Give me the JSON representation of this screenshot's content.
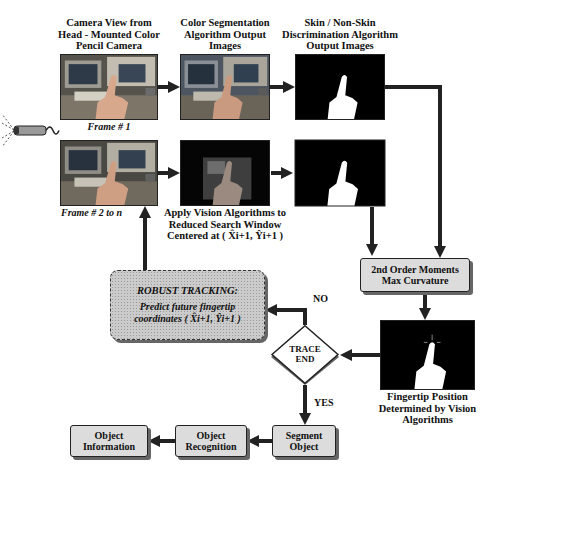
{
  "diagram": {
    "nodes": [
      {
        "text": [
          "Camera View from Head - Mounted Color Pencil Camera",
          "Frame # 1"
        ]
      },
      {
        "text": [
          "Color Segmentation Algorithm Output Images"
        ]
      },
      {
        "text": [
          "Skin / Non-Skin Discrimination Algorithm Output Images"
        ]
      },
      {
        "text": [
          "Frame # 2 to n"
        ]
      },
      {
        "text": [
          "Apply Vision Algorithms to Reduced Search Window Centered at ( X̂i+1, Ŷi+1 )"
        ]
      },
      {
        "text": [
          "2nd Order Moments Max Curvature"
        ]
      },
      {
        "text": [
          "ROBUST TRACKING:",
          "Predict future fingertip coordinates ( X̂i+1, Ŷi+1 )"
        ]
      },
      {
        "text": [
          "TRACE END"
        ]
      },
      {
        "text": [
          "Fingertip Position Determined by Vision Algorithms"
        ]
      },
      {
        "text": [
          "Object Information"
        ]
      },
      {
        "text": [
          "Object Recognition"
        ]
      },
      {
        "text": [
          "Segment Object"
        ]
      }
    ],
    "edges": [
      {
        "from": 0,
        "to": 1,
        "arrow": "to"
      },
      {
        "from": 1,
        "to": 2,
        "arrow": "to"
      },
      {
        "from": 2,
        "to": 5,
        "arrow": "to"
      },
      {
        "from": 3,
        "to": 4,
        "arrow": "to"
      },
      {
        "from": 5,
        "to": 8,
        "arrow": "to"
      },
      {
        "from": 8,
        "to": 7,
        "arrow": "to"
      },
      {
        "from": 7,
        "to": 6,
        "label": "NO",
        "arrow": "to"
      },
      {
        "from": 6,
        "to": 3,
        "arrow": "to"
      },
      {
        "from": 7,
        "to": 11,
        "label": "YES",
        "arrow": "to"
      },
      {
        "from": 11,
        "to": 10,
        "arrow": "to"
      },
      {
        "from": 10,
        "to": 9,
        "arrow": "to"
      }
    ]
  }
}
